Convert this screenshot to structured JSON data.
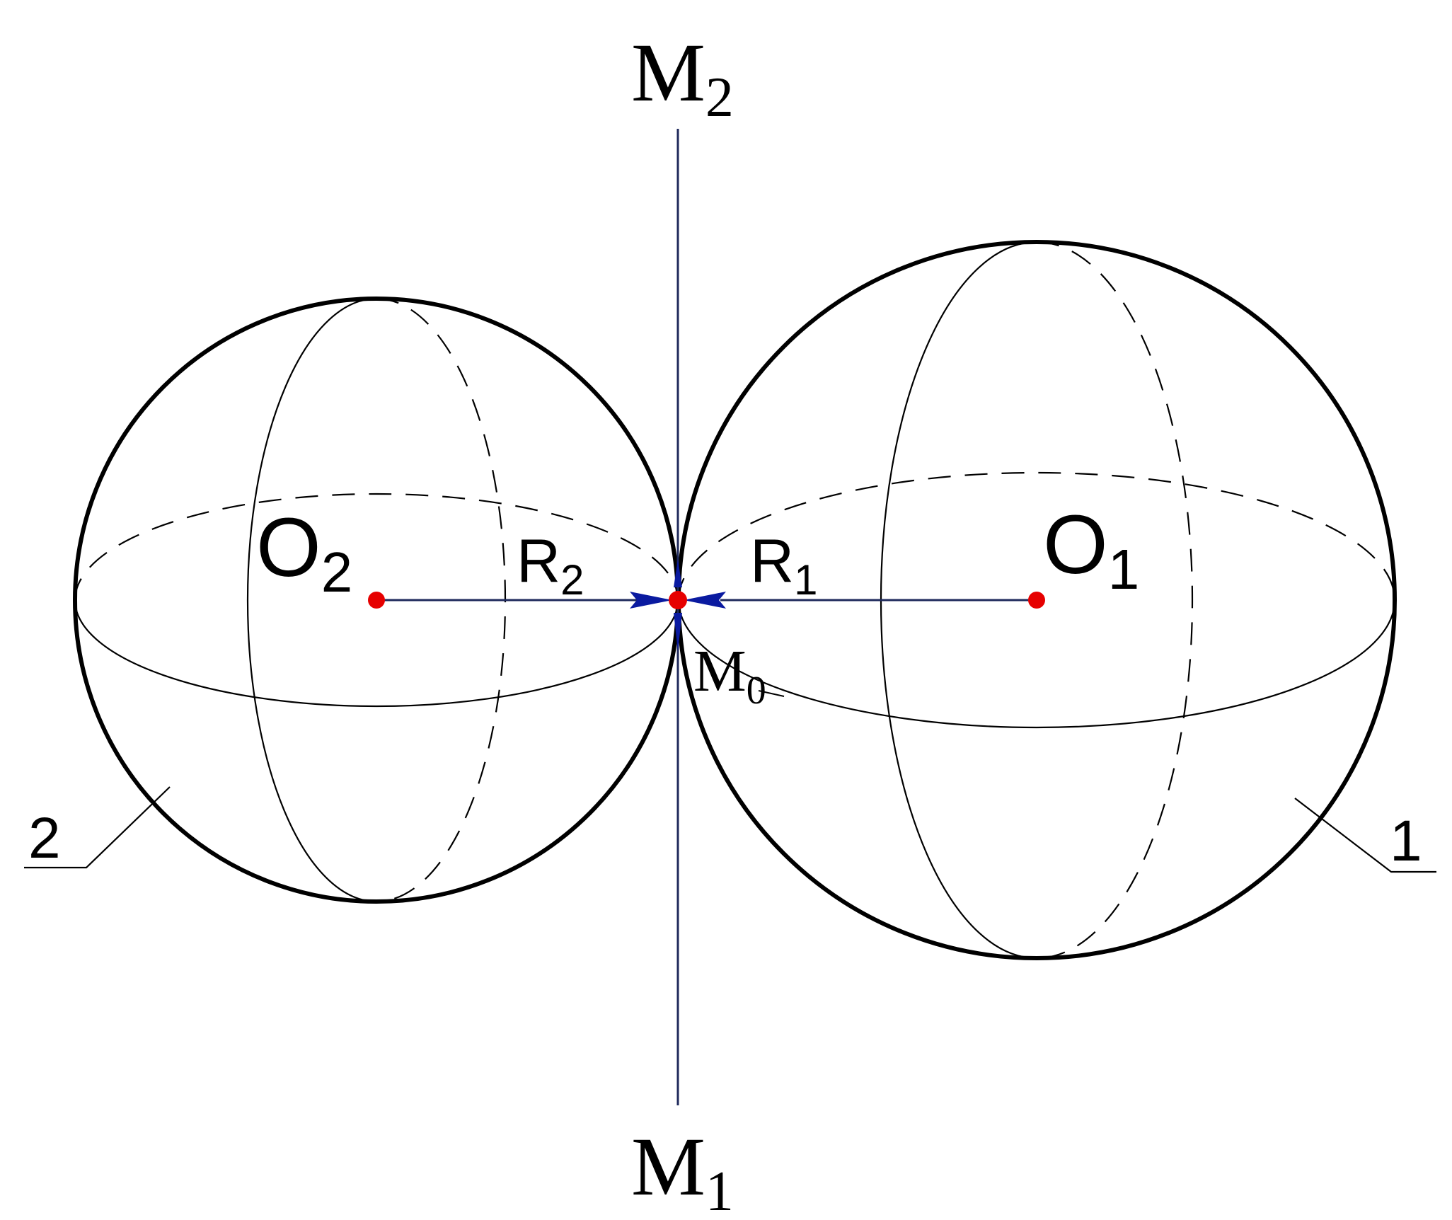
{
  "labels": {
    "m2": {
      "base": "M",
      "sub": "2"
    },
    "m1": {
      "base": "M",
      "sub": "1"
    },
    "m0": {
      "base": "M",
      "sub": "0"
    },
    "o2": {
      "base": "O",
      "sub": "2"
    },
    "o1": {
      "base": "O",
      "sub": "1"
    },
    "r2": {
      "base": "R",
      "sub": "2"
    },
    "r1": {
      "base": "R",
      "sub": "1"
    },
    "sphere2": "2",
    "sphere1": "1"
  },
  "colors": {
    "outline": "#000000",
    "axis": "#1f2a5c",
    "point": "#e60000",
    "arrow": "#0a1aa0"
  }
}
